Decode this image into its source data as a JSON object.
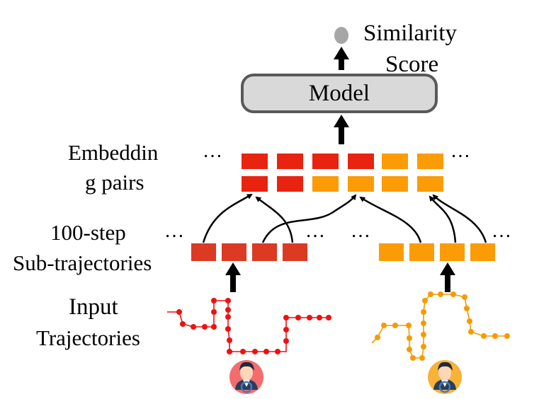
{
  "output": {
    "label_line1": "Similarity",
    "label_line2": "Score",
    "dot_color": "#a6a6a6"
  },
  "model": {
    "label": "Model",
    "fill": "#d9d9d9",
    "stroke": "#595959"
  },
  "embeddings": {
    "label_line1": "Embeddin",
    "label_line2": "g pairs",
    "ellipsis": "…",
    "top_row_colors": [
      "red",
      "red",
      "red",
      "red",
      "orange",
      "orange"
    ],
    "bottom_row_colors": [
      "red",
      "red",
      "orange",
      "orange",
      "orange",
      "orange"
    ]
  },
  "subtrajectories": {
    "label_line1": "100-step",
    "label_line2": "Sub-trajectories",
    "ellipsis": "…",
    "left_group_count": 4,
    "right_group_count": 4
  },
  "input": {
    "label_line1": "Input",
    "label_line2": "Trajectories"
  },
  "colors": {
    "red": "#e8230f",
    "orange": "#fb9c06",
    "sub_red": "#db3a23",
    "sub_orange": "#fb9c06",
    "traj_red": "#ee1111",
    "traj_orange": "#f59b00",
    "arrow": "#000000"
  },
  "avatars": [
    {
      "name": "left-user",
      "bg": "#f46d6d"
    },
    {
      "name": "right-user",
      "bg": "#f8b238"
    }
  ]
}
